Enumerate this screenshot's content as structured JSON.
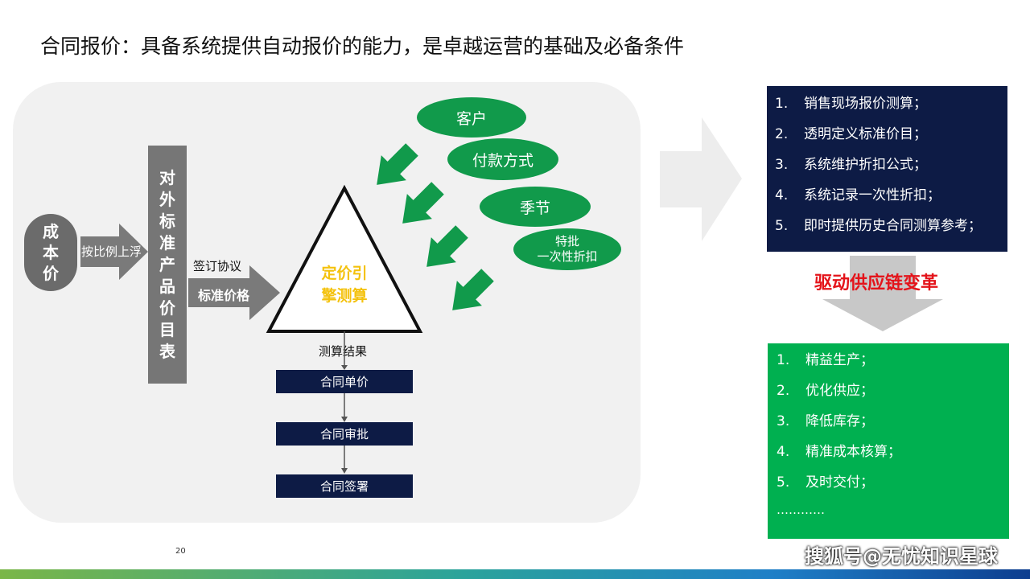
{
  "title": "合同报价：具备系统提供自动报价的能力，是卓越运营的基础及必备条件",
  "cost_price": "成本价",
  "markup_label": "按比例上浮",
  "price_list": "对外标准产品价目表",
  "agreement_label": "签订协议",
  "standard_price_label": "标准价格",
  "engine_label": "定价引擎测算",
  "factors": [
    "客户",
    "付款方式",
    "季节",
    "特批",
    "一次性折扣"
  ],
  "result_label": "测算结果",
  "steps": [
    "合同单价",
    "合同审批",
    "合同签署"
  ],
  "capabilities": [
    {
      "num": "1.",
      "text": "销售现场报价测算；"
    },
    {
      "num": "2.",
      "text": "透明定义标准价目；"
    },
    {
      "num": "3.",
      "text": "系统维护折扣公式；"
    },
    {
      "num": "4.",
      "text": "系统记录一次性折扣；"
    },
    {
      "num": "5.",
      "text": "即时提供历史合同测算参考；"
    }
  ],
  "drive_label": "驱动供应链变革",
  "benefits": [
    {
      "num": "1.",
      "text": "精益生产；"
    },
    {
      "num": "2.",
      "text": "优化供应；"
    },
    {
      "num": "3.",
      "text": "降低库存；"
    },
    {
      "num": "4.",
      "text": "精准成本核算；"
    },
    {
      "num": "5.",
      "text": "及时交付；"
    }
  ],
  "ellipsis": "…………",
  "page_number": "20",
  "watermark": "搜狐号@无忧知识星球",
  "colors": {
    "navy": "#0d1b45",
    "green": "#119a4b",
    "bright_green": "#00b050",
    "gold": "#f4c20d",
    "red": "#e4131a",
    "gray": "#767676"
  }
}
